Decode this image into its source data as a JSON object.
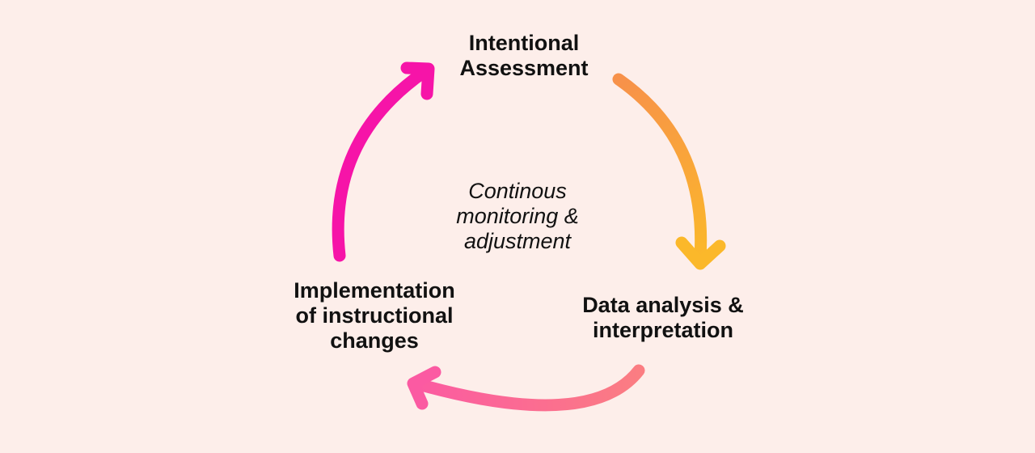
{
  "diagram": {
    "type": "cycle",
    "center_text": [
      "Continous",
      "monitoring &",
      "adjustment"
    ],
    "nodes": [
      {
        "id": "assessment",
        "lines": [
          "Intentional",
          "Assessment"
        ]
      },
      {
        "id": "analysis",
        "lines": [
          "Data analysis &",
          "interpretation"
        ]
      },
      {
        "id": "implementation",
        "lines": [
          "Implementation",
          "of instructional",
          "changes"
        ]
      }
    ],
    "colors": {
      "background": "#fdeeea",
      "text": "#111111",
      "orange": "#f7914a",
      "yellow": "#fbb82a",
      "pink": "#fb5aa2",
      "magenta": "#f614a8",
      "coral": "#fb7d82"
    },
    "arrows": [
      {
        "from": "assessment",
        "to": "analysis",
        "gradient": [
          "orange",
          "yellow"
        ]
      },
      {
        "from": "analysis",
        "to": "implementation",
        "gradient": [
          "coral",
          "pink"
        ]
      },
      {
        "from": "implementation",
        "to": "assessment",
        "gradient": [
          "magenta",
          "magenta"
        ]
      }
    ]
  }
}
